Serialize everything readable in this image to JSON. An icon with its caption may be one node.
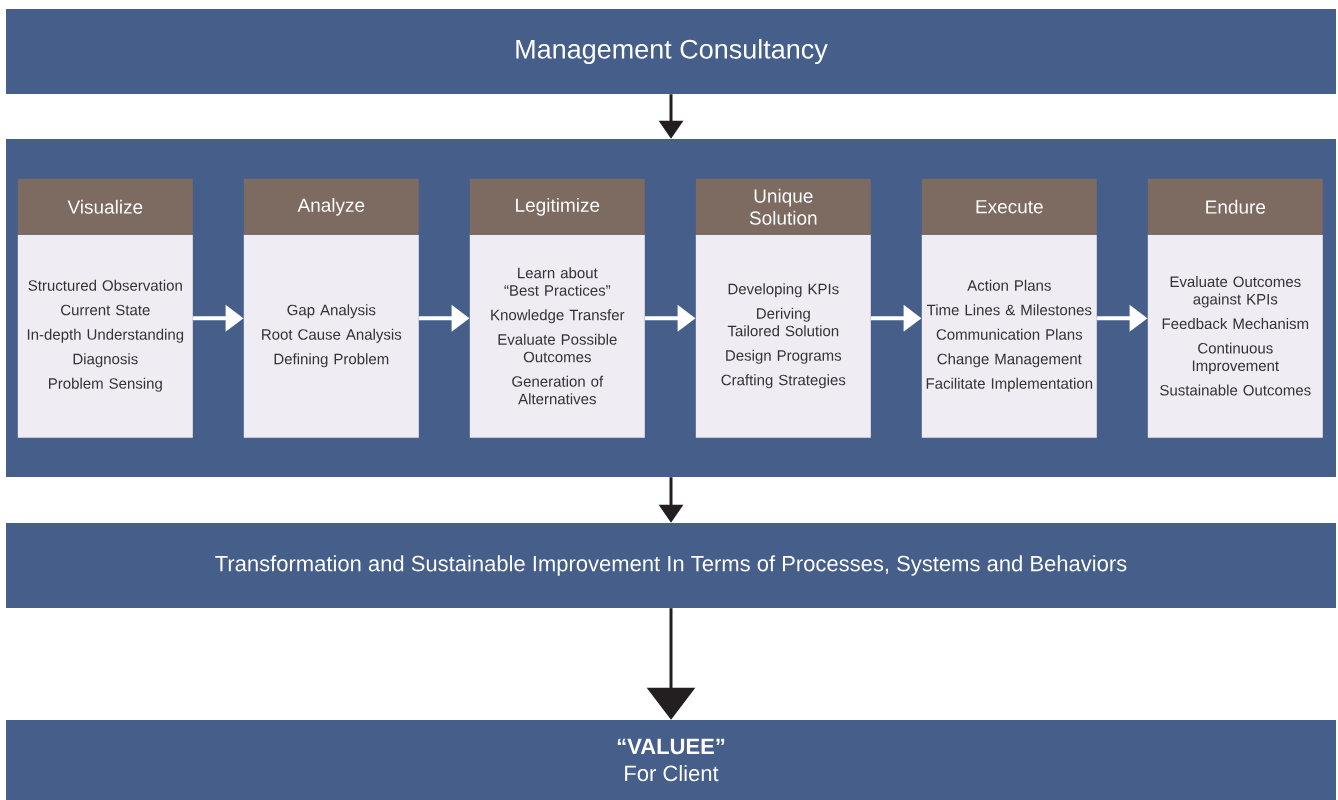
{
  "diagram": {
    "nodes": [
      {
        "text": [
          "Management Consultancy"
        ]
      },
      {
        "text": [],
        "shape": "box"
      },
      {
        "text": [
          "Visualize",
          "Structured Observation",
          "Current State",
          "In-depth Understanding",
          "Diagnosis",
          "Problem Sensing"
        ],
        "in": 1
      },
      {
        "text": [
          "Analyze",
          "Gap Analysis",
          "Root Cause Analysis",
          "Defining Problem"
        ],
        "in": 1
      },
      {
        "text": [
          "Legitimize",
          "Learn about “Best Practices”",
          "Knowledge Transfer",
          "Evaluate Possible Outcomes",
          "Generation of Alternatives"
        ],
        "in": 1
      },
      {
        "text": [
          "Unique Solution",
          "Developing KPIs",
          "Deriving Tailored Solution",
          "Design Programs",
          "Crafting Strategies"
        ],
        "in": 1
      },
      {
        "text": [
          "Execute",
          "Action Plans",
          "Time Lines & Milestones",
          "Communication Plans",
          "Change Management",
          "Facilitate Implementation"
        ],
        "in": 1
      },
      {
        "text": [
          "Endure",
          "Evaluate Outcomes against KPIs",
          "Feedback Mechanism",
          "Continuous Improvement",
          "Sustainable Outcomes"
        ],
        "in": 1
      },
      {
        "text": [
          "Transformation and Sustainable Improvement In Terms of Processes, Systems and Behaviors"
        ]
      },
      {
        "text": [
          "“VALUEE”",
          "For Client"
        ]
      }
    ],
    "edges": [
      {
        "from": 0,
        "to": 1,
        "arrow": "to",
        "color": "#231f20"
      },
      {
        "from": 2,
        "to": 3,
        "arrow": "to"
      },
      {
        "from": 3,
        "to": 4,
        "arrow": "to"
      },
      {
        "from": 4,
        "to": 5,
        "arrow": "to"
      },
      {
        "from": 5,
        "to": 6,
        "arrow": "to"
      },
      {
        "from": 6,
        "to": 7,
        "arrow": "to"
      },
      {
        "from": 1,
        "to": 8,
        "arrow": "to",
        "color": "#231f20"
      },
      {
        "from": 8,
        "to": 9,
        "arrow": "to",
        "color": "#231f20"
      }
    ]
  }
}
